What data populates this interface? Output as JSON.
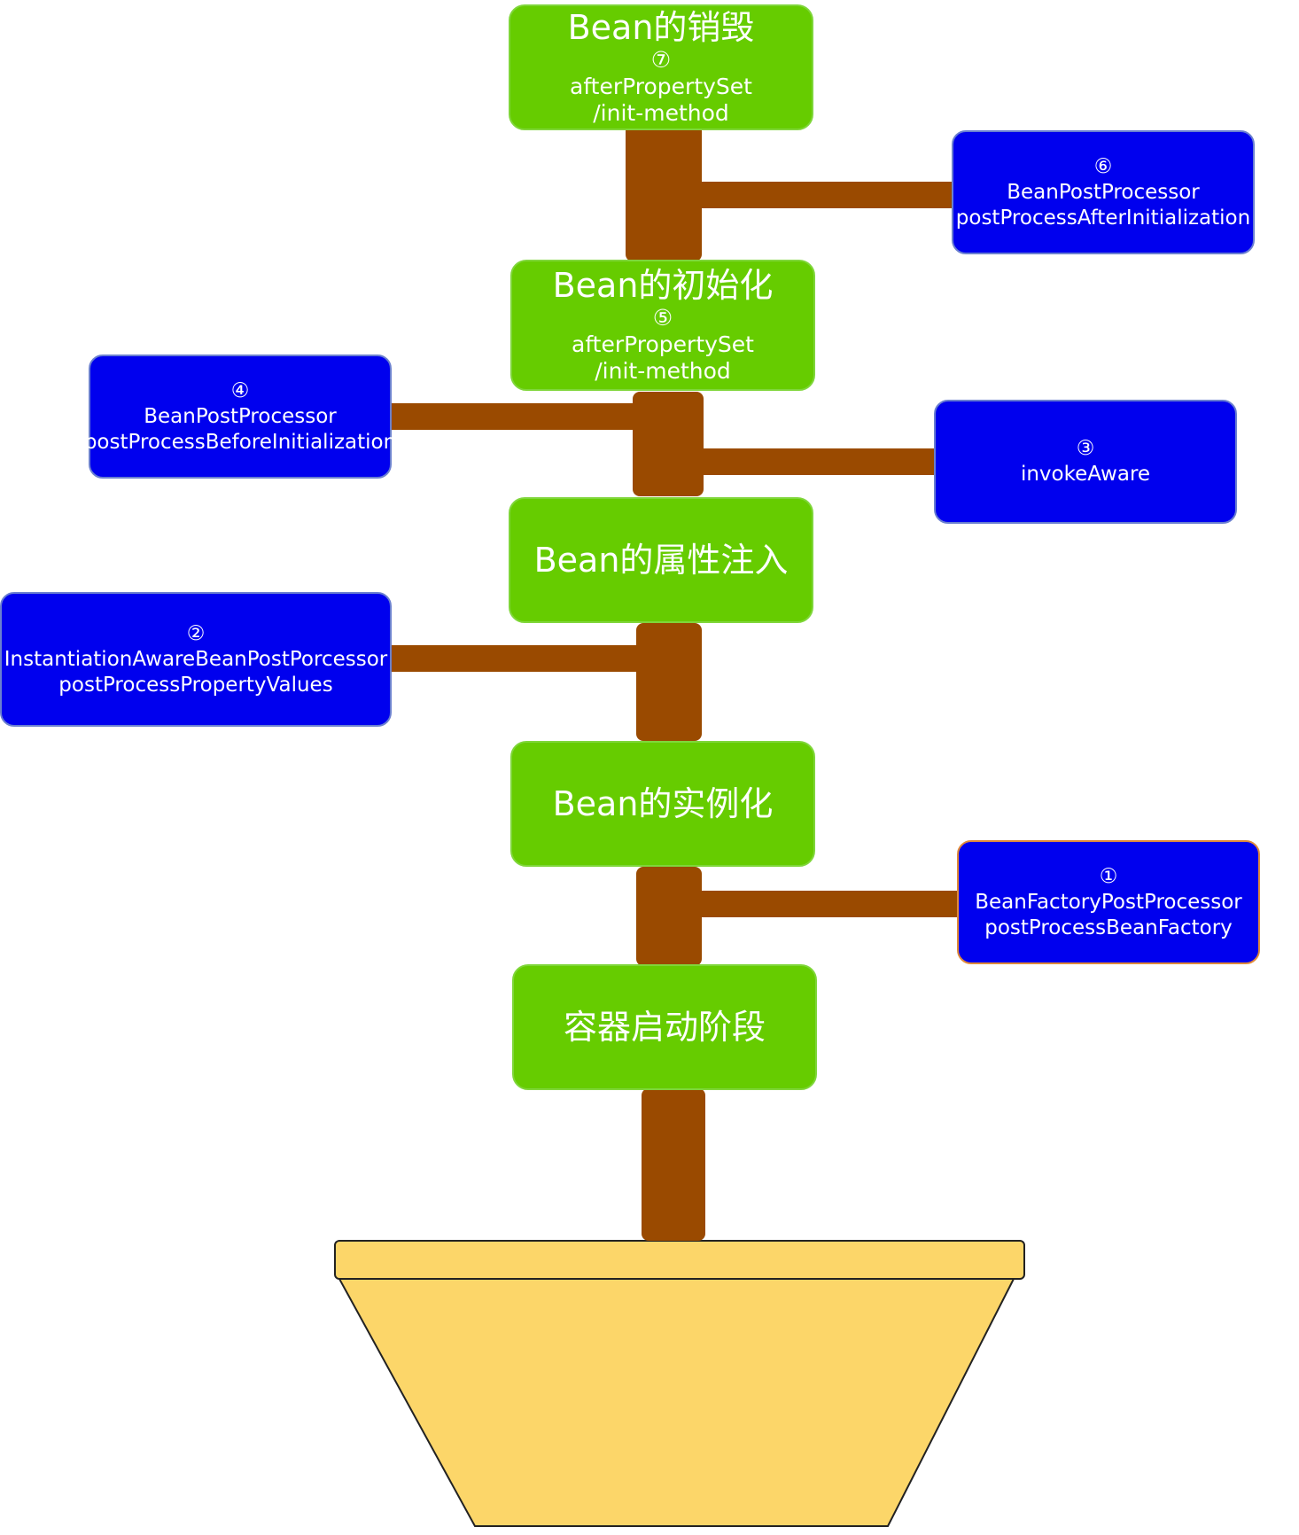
{
  "stages": {
    "destroy": {
      "title": "Bean的销毁",
      "step": "⑦",
      "line1": "afterPropertySet",
      "line2": "/init-method"
    },
    "init": {
      "title": "Bean的初始化",
      "step": "⑤",
      "line1": "afterPropertySet",
      "line2": "/init-method"
    },
    "inject": {
      "title": "Bean的属性注入"
    },
    "instantiate": {
      "title": "Bean的实例化"
    },
    "startup": {
      "title": "容器启动阶段"
    }
  },
  "hooks": {
    "h1": {
      "step": "①",
      "line1": "BeanFactoryPostProcessor",
      "line2": "postProcessBeanFactory"
    },
    "h2": {
      "step": "②",
      "line1": "InstantiationAwareBeanPostPorcessor",
      "line2": "postProcessPropertyValues"
    },
    "h3": {
      "step": "③",
      "line1": "invokeAware"
    },
    "h4": {
      "step": "④",
      "line1": "BeanPostProcessor",
      "line2": "postProcessBeforeInitialization"
    },
    "h6": {
      "step": "⑥",
      "line1": "BeanPostProcessor",
      "line2": "postProcessAfterInitialization"
    }
  },
  "colors": {
    "stage": "#66cc00",
    "hook": "#0000ee",
    "trunk": "#9a4a00",
    "pot": "#fcd669"
  }
}
